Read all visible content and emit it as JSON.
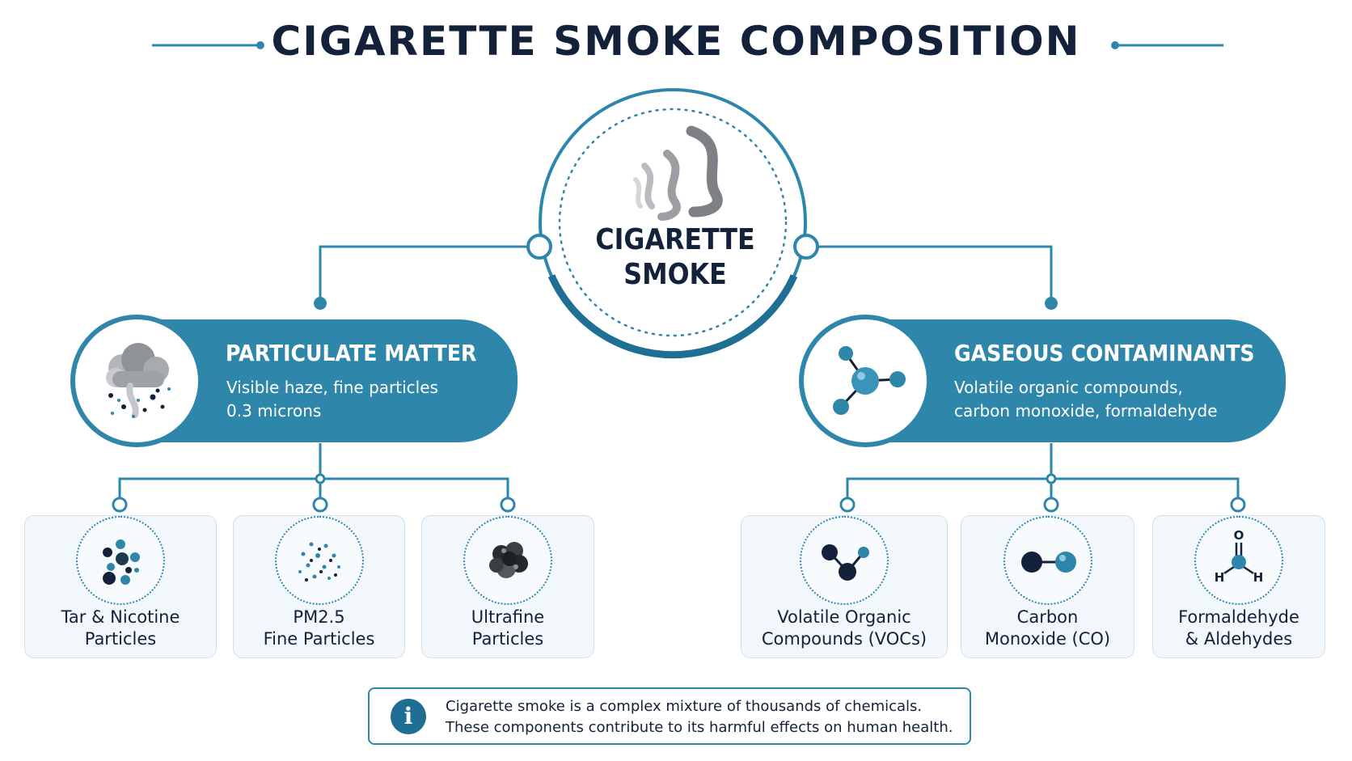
{
  "title": "CIGARETTE SMOKE COMPOSITION",
  "center": {
    "line1": "CIGARETTE",
    "line2": "SMOKE",
    "icon": "smoke-icon"
  },
  "branches": [
    {
      "title": "PARTICULATE MATTER",
      "desc1": "Visible haze, fine particles",
      "desc2": "0.3 microns",
      "icon": "cloud-particles-icon",
      "items": [
        {
          "line1": "Tar & Nicotine",
          "line2": "Particles",
          "icon": "tar-nicotine-icon"
        },
        {
          "line1": "PM2.5",
          "line2": "Fine Particles",
          "icon": "fine-particles-icon"
        },
        {
          "line1": "Ultrafine",
          "line2": "Particles",
          "icon": "ultrafine-particles-icon"
        }
      ]
    },
    {
      "title": "GASEOUS CONTAMINANTS",
      "desc1": "Volatile organic compounds,",
      "desc2": "carbon monoxide, formaldehyde",
      "icon": "molecule-icon",
      "items": [
        {
          "line1": "Volatile Organic",
          "line2": "Compounds (VOCs)",
          "icon": "voc-molecule-icon"
        },
        {
          "line1": "Carbon",
          "line2": "Monoxide (CO)",
          "icon": "co-molecule-icon"
        },
        {
          "line1": "Formaldehyde",
          "line2": "& Aldehydes",
          "icon": "formaldehyde-molecule-icon",
          "atoms": {
            "o": "O",
            "h1": "H",
            "h2": "H"
          }
        }
      ]
    }
  ],
  "info": {
    "symbol": "i",
    "line1": "Cigarette smoke is a complex mixture of thousands of chemicals.",
    "line2": "These components contribute to its harmful effects on human health."
  },
  "colors": {
    "accent": "#2e86ab",
    "dark": "#13213a",
    "card_bg": "#f1f7fb"
  }
}
